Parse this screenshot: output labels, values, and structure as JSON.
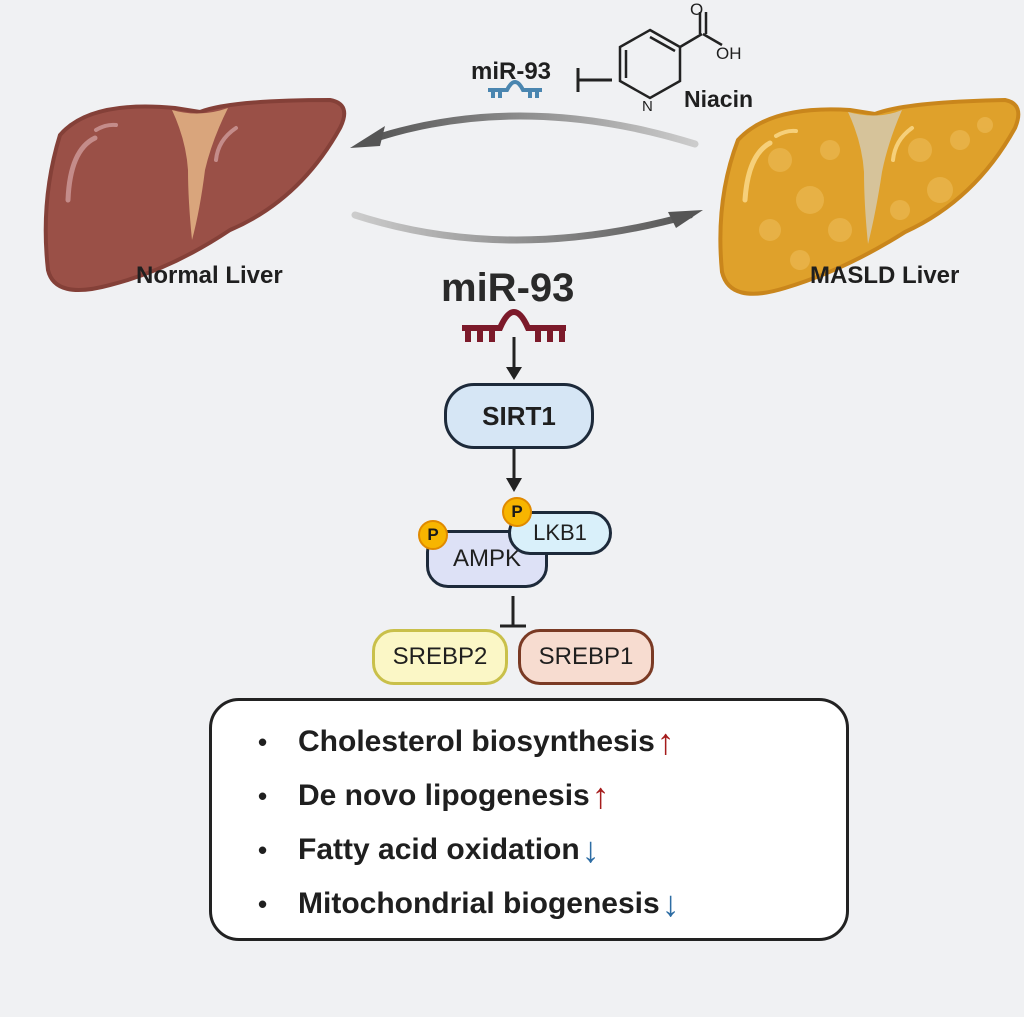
{
  "top": {
    "mirna_label": "miR-93",
    "mirna_color": "#4a86b0",
    "inhibitor_label": "Niacin",
    "molecule_atoms": {
      "oxygen": "O",
      "hydroxyl": "OH",
      "nitrogen": "N"
    }
  },
  "livers": {
    "normal": {
      "label": "Normal Liver",
      "color": "#9a5047",
      "ligament_color": "#d9a57c"
    },
    "masld": {
      "label": "MASLD Liver",
      "color": "#dfa12b",
      "ligament_color": "#d6c39a"
    }
  },
  "pathway": {
    "mirna_label": "miR-93",
    "mirna_color": "#7c1a2a",
    "sirt1": {
      "label": "SIRT1",
      "fill": "#d6e6f5"
    },
    "lkb1": {
      "label": "LKB1",
      "fill": "#d9f0fa"
    },
    "ampk": {
      "label": "AMPK",
      "fill": "#dde1f6"
    },
    "phospho_label": "P",
    "srebp2": {
      "label": "SREBP2",
      "fill": "#fbf7c6",
      "border": "#c9c04a"
    },
    "srebp1": {
      "label": "SREBP1",
      "fill": "#f7dcd0",
      "border": "#7a3a24"
    }
  },
  "summary": {
    "bullet": "•",
    "items": [
      {
        "text": "Cholesterol biosynthesis",
        "direction": "up",
        "arrow": "↑",
        "color": "#a51c1c"
      },
      {
        "text": "De novo lipogenesis",
        "direction": "up",
        "arrow": "↑",
        "color": "#a51c1c"
      },
      {
        "text": "Fatty acid oxidation",
        "direction": "down",
        "arrow": "↓",
        "color": "#2e6da4"
      },
      {
        "text": "Mitochondrial biogenesis",
        "direction": "down",
        "arrow": "↓",
        "color": "#2e6da4"
      }
    ]
  }
}
